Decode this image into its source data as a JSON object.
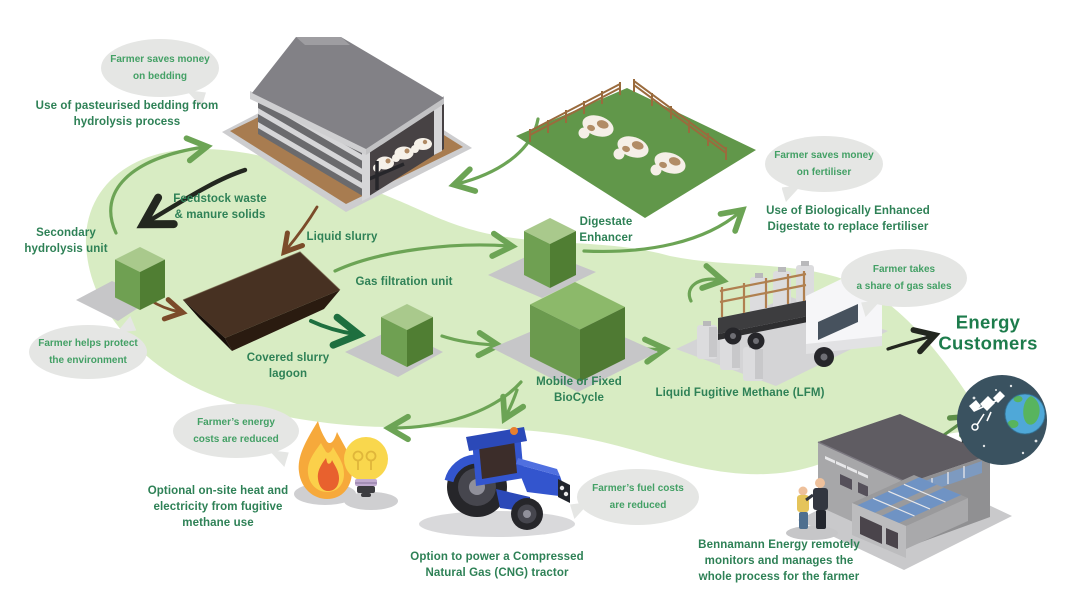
{
  "diagram": {
    "bubbles": [
      {
        "id": "bedding",
        "text": "Farmer saves money\non bedding"
      },
      {
        "id": "fertiliser",
        "text": "Farmer saves money\non fertiliser"
      },
      {
        "id": "gas_sales",
        "text": "Farmer takes\na share of gas sales"
      },
      {
        "id": "environment",
        "text": "Farmer helps protect\nthe environment"
      },
      {
        "id": "energy_costs",
        "text": "Farmer’s energy\ncosts are reduced"
      },
      {
        "id": "fuel_costs",
        "text": "Farmer’s fuel costs\nare reduced"
      }
    ],
    "labels": [
      {
        "id": "pasteurised_bedding",
        "text": "Use of pasteurised bedding from\nhydrolysis process"
      },
      {
        "id": "feedstock",
        "text": "Feedstock waste\n& manure solids"
      },
      {
        "id": "liquid_slurry",
        "text": "Liquid slurry"
      },
      {
        "id": "secondary_hydrolysis",
        "text": "Secondary\nhydrolysis unit"
      },
      {
        "id": "covered_lagoon",
        "text": "Covered slurry\nlagoon"
      },
      {
        "id": "gas_filtration",
        "text": "Gas filtration unit"
      },
      {
        "id": "digestate_enhancer",
        "text": "Digestate\nEnhancer"
      },
      {
        "id": "enhanced_digestate",
        "text": "Use of Biologically Enhanced\nDigestate to replace fertiliser"
      },
      {
        "id": "biocycle",
        "text": "Mobile or Fixed\nBioCycle"
      },
      {
        "id": "lfm",
        "text": "Liquid Fugitive Methane (LFM)"
      },
      {
        "id": "energy_customers",
        "text": "Energy\nCustomers"
      },
      {
        "id": "onsite_heat",
        "text": "Optional on-site heat and\nelectricity from fugitive\nmethane use"
      },
      {
        "id": "cng_tractor",
        "text": "Option to power a Compressed\nNatural Gas (CNG) tractor"
      },
      {
        "id": "bennamann",
        "text": "Bennamann Energy remotely\nmonitors and manages the\nwhole process for the farmer"
      }
    ],
    "illustrations": [
      "barn",
      "cow-field",
      "secondary-hydrolysis-unit",
      "covered-slurry-lagoon",
      "gas-filtration-unit",
      "digestate-enhancer",
      "biocycle-unit",
      "lfm-truck",
      "gas-tanks",
      "cng-tractor",
      "flame-icon",
      "lightbulb-icon",
      "energy-company-building",
      "farmer-handshake",
      "satellite-earth-icon"
    ],
    "colors": {
      "label_text": "#2e8156",
      "bubble_text": "#43a065",
      "bubble_bg": "#e5e6e4",
      "swoosh": "#d8ecc3",
      "arrow_green": "#6ca455",
      "arrow_dark_green": "#1e6f3f",
      "arrow_black": "#23271f",
      "arrow_brown": "#7b4b2a",
      "unit_green": "#6fa052",
      "field_green": "#61974a",
      "lagoon_brown": "#2a1c11",
      "tractor_blue": "#3355ce",
      "earth_navy": "#3a5260",
      "flame_orange": "#f6a93b",
      "bulb_yellow": "#f9d74d"
    }
  }
}
